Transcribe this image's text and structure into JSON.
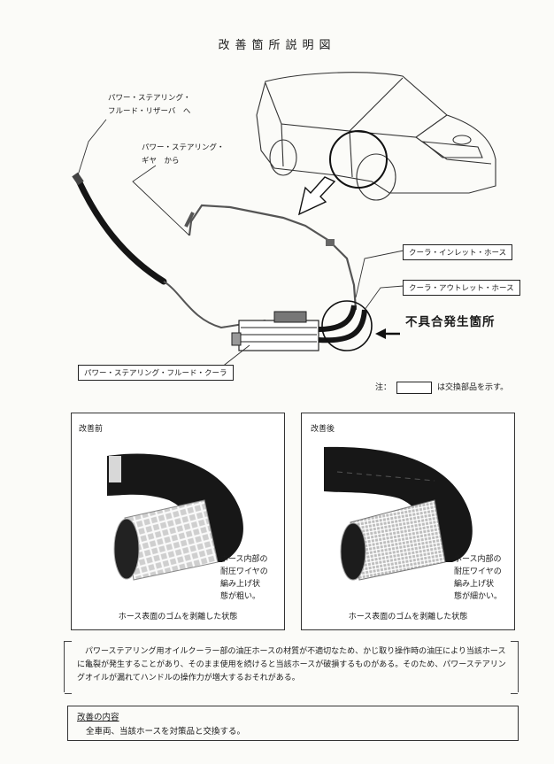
{
  "title": "改善箇所説明図",
  "labels": {
    "reservoir": "パワー・ステアリング・\nフルード・リザーバ　へ",
    "gear": "パワー・ステアリング・\nギヤ　から",
    "cooler": "パワー・ステアリング・フルード・クーラ",
    "inlet_hose": "クーラ・インレット・ホース",
    "outlet_hose": "クーラ・アウトレット・ホース",
    "defect": "不具合発生箇所"
  },
  "note": {
    "prefix": "注：",
    "suffix": "は交換部品を示す。"
  },
  "photos": {
    "before": {
      "title": "改善前",
      "note": "ホース内部の\n耐圧ワイヤの\n編み上げ状\n態が粗い。",
      "caption": "ホース表面のゴムを剥離した状態"
    },
    "after": {
      "title": "改善後",
      "note": "ホース内部の\n耐圧ワイヤの\n編み上げ状\n態が細かい。",
      "caption": "ホース表面のゴムを剥離した状態"
    }
  },
  "description": "パワーステアリング用オイルクーラー部の油圧ホースの材質が不適切なため、かじ取り操作時の油圧により当該ホースに亀裂が発生することがあり、そのまま使用を続けると当該ホースが破損するものがある。そのため、パワーステアリングオイルが漏れてハンドルの操作力が増大するおそれがある。",
  "improvement": {
    "title": "改善の内容",
    "body": "全車両、当該ホースを対策品と交換する。"
  },
  "colors": {
    "ink": "#1a1a1a",
    "hose": "#151515",
    "paper": "#fbfbf8"
  }
}
